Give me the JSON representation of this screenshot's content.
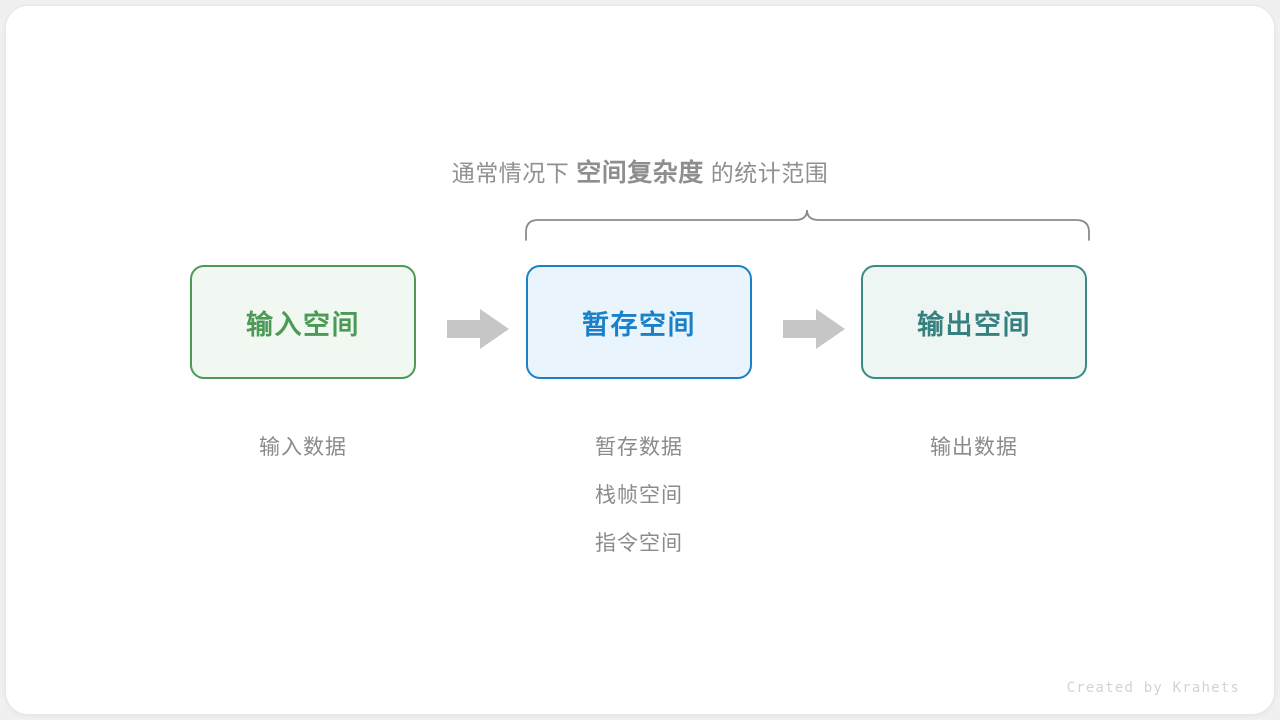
{
  "canvas": {
    "background": "#ffffff",
    "page_background": "#f0f0f0"
  },
  "caption": {
    "prefix": "通常情况下",
    "highlight": "空间复杂度",
    "suffix": "的统计范围"
  },
  "brace": {
    "color": "#8a8a8a",
    "covers": [
      "暂存空间",
      "输出空间"
    ]
  },
  "stages": [
    {
      "key": "input",
      "title": "输入空间",
      "border_color": "#4e9a54",
      "fill_color": "#f1f7f1",
      "text_color": "#4b9a55",
      "sublabels": [
        "输入数据"
      ]
    },
    {
      "key": "temp",
      "title": "暂存空间",
      "border_color": "#1a80c8",
      "fill_color": "#eaf4fd",
      "text_color": "#1a80c8",
      "sublabels": [
        "暂存数据",
        "栈帧空间",
        "指令空间"
      ]
    },
    {
      "key": "output",
      "title": "输出空间",
      "border_color": "#3a8a86",
      "fill_color": "#eef6f4",
      "text_color": "#36817f",
      "sublabels": [
        "输出数据"
      ]
    }
  ],
  "arrows": {
    "color": "#c6c6c6",
    "count": 2
  },
  "footer": {
    "credit": "Created by Krahets"
  }
}
